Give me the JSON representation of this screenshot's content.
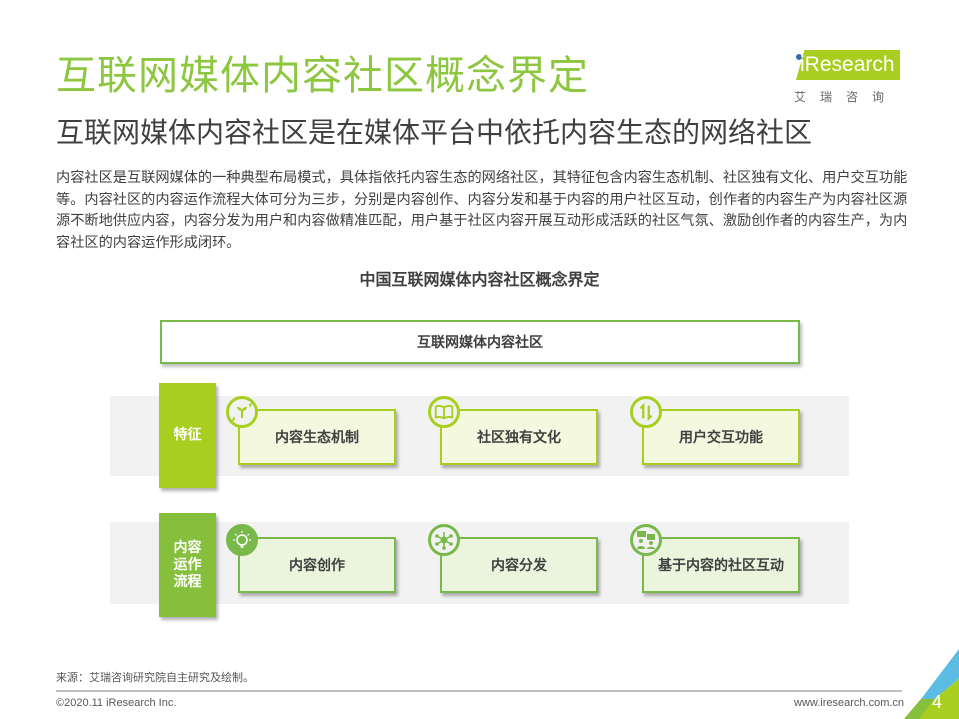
{
  "header": {
    "title": "互联网媒体内容社区概念界定",
    "subtitle": "互联网媒体内容社区是在媒体平台中依托内容生态的网络社区"
  },
  "logo": {
    "brand": "iResearch",
    "brand_cn": "艾瑞咨询",
    "color": "#a8cf1f"
  },
  "intro": "内容社区是互联网媒体的一种典型布局模式，具体指依托内容生态的网络社区，其特征包含内容生态机制、社区独有文化、用户交互功能等。内容社区的内容运作流程大体可分为三步，分别是内容创作、内容分发和基于内容的用户社区互动，创作者的内容生产为内容社区源源不断地供应内容，内容分发为用户和内容做精准匹配，用户基于社区内容开展互动形成活跃的社区气氛、激励创作者的内容生产，为内容社区的内容运作形成闭环。",
  "diagram": {
    "title": "中国互联网媒体内容社区概念界定",
    "root": "互联网媒体内容社区",
    "rows": [
      {
        "label": "特征",
        "color": "#a8cf1f",
        "items": [
          {
            "label": "内容生态机制",
            "icon": "sprout-cycle-icon"
          },
          {
            "label": "社区独有文化",
            "icon": "book-icon"
          },
          {
            "label": "用户交互功能",
            "icon": "exchange-arrows-icon"
          }
        ]
      },
      {
        "label": "内容\n运作\n流程",
        "color": "#86bf3c",
        "items": [
          {
            "label": "内容创作",
            "icon": "lightbulb-icon"
          },
          {
            "label": "内容分发",
            "icon": "network-hub-icon"
          },
          {
            "label": "基于内容的社区互动",
            "icon": "people-chat-icon"
          }
        ]
      }
    ]
  },
  "footer": {
    "source": "来源：艾瑞咨询研究院自主研究及绘制。",
    "copyright": "©2020.11 iResearch Inc.",
    "website": "www.iresearch.com.cn",
    "page": "4"
  }
}
